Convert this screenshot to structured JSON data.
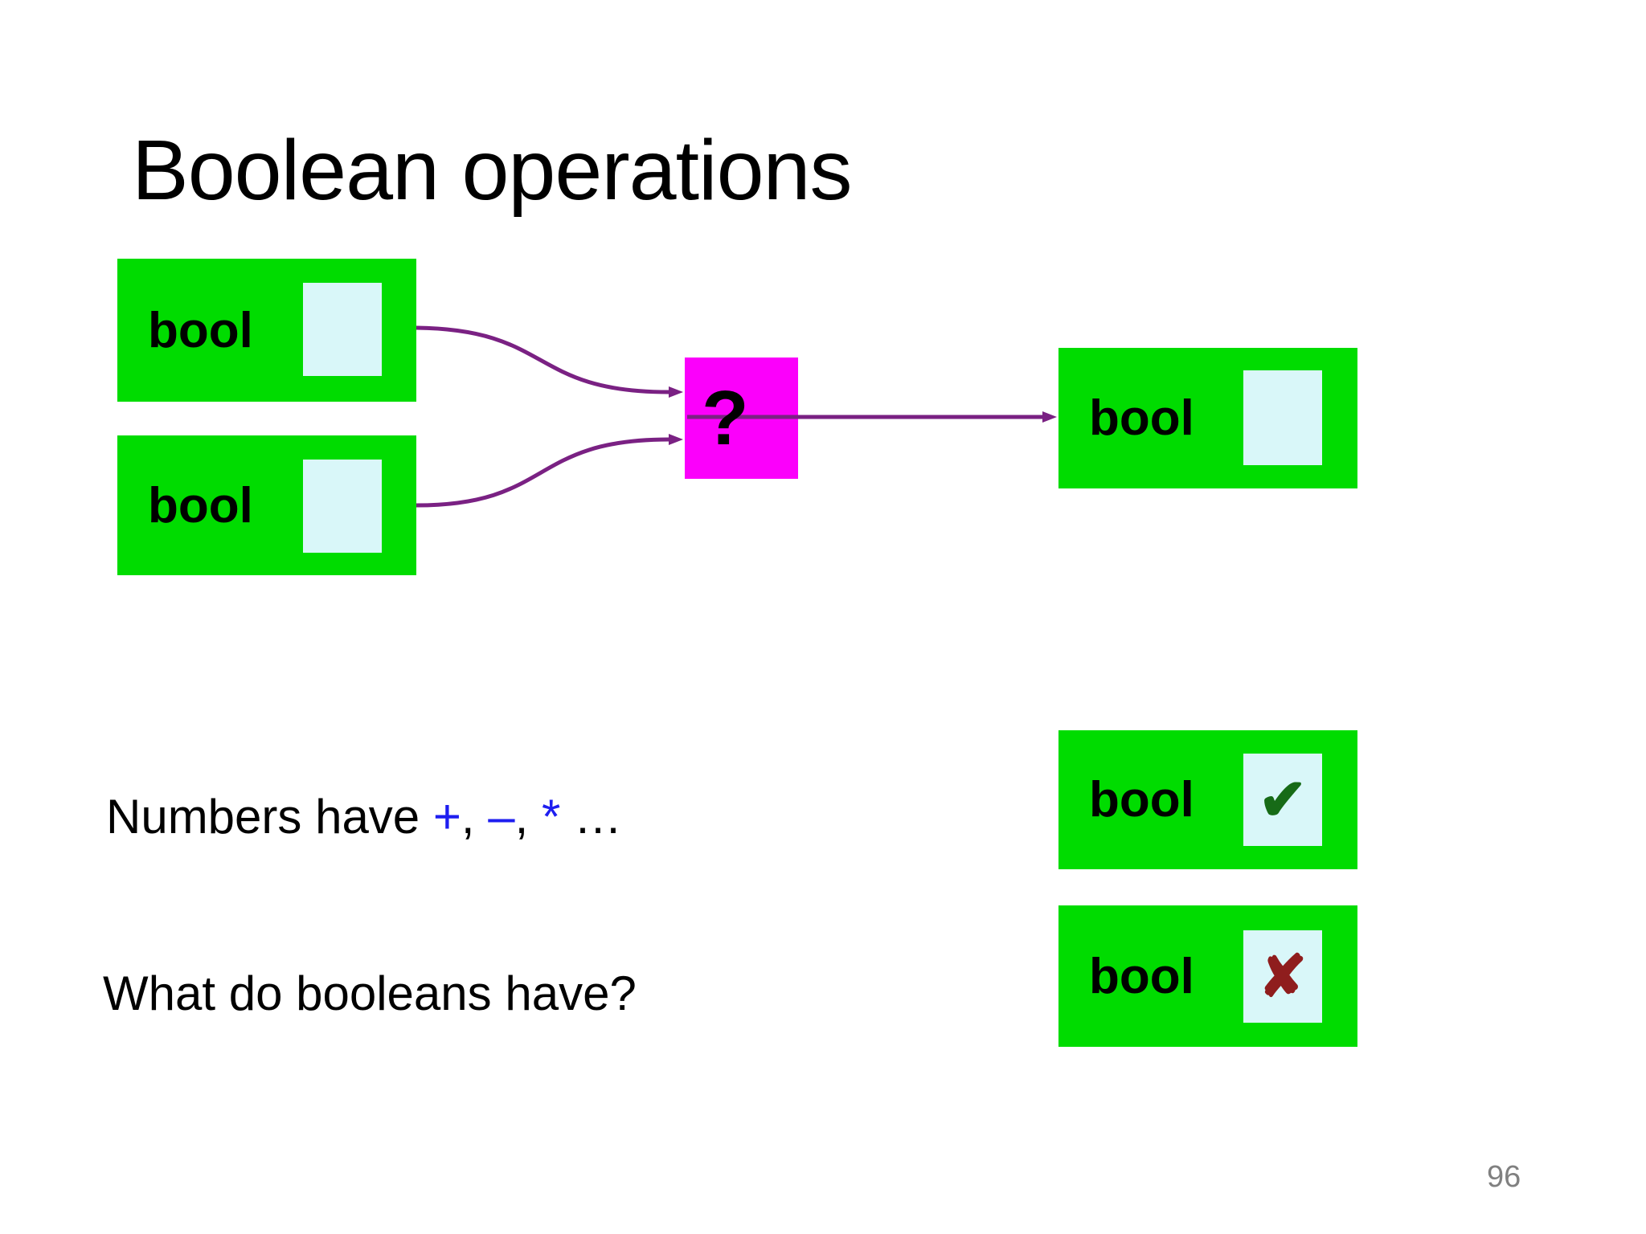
{
  "slide": {
    "title": "Boolean operations",
    "page_number": "96"
  },
  "diagram": {
    "bool_label": "bool",
    "operator": "?",
    "input_box_1_label": "bool",
    "input_box_2_label": "bool",
    "output_box_label": "bool"
  },
  "text": {
    "numbers_prefix": "Numbers have ",
    "plus": "+",
    "comma1": ", ",
    "minus": "–",
    "comma2": ", ",
    "star": "*",
    "ellipsis": " …",
    "question": "What do booleans have?"
  },
  "examples": {
    "true_box_label": "bool",
    "check_mark": "✔",
    "false_box_label": "bool",
    "cross_mark": "✘"
  },
  "colors": {
    "box_green": "#00dc00",
    "value_slot_cyan": "#d9f7f9",
    "operator_magenta": "#fb00fb",
    "arrow_purple": "#7a2183",
    "operator_text_blue": "#1e1ef0",
    "check_green": "#176b17",
    "cross_red": "#8f1d1d",
    "page_number_gray": "#808080"
  }
}
